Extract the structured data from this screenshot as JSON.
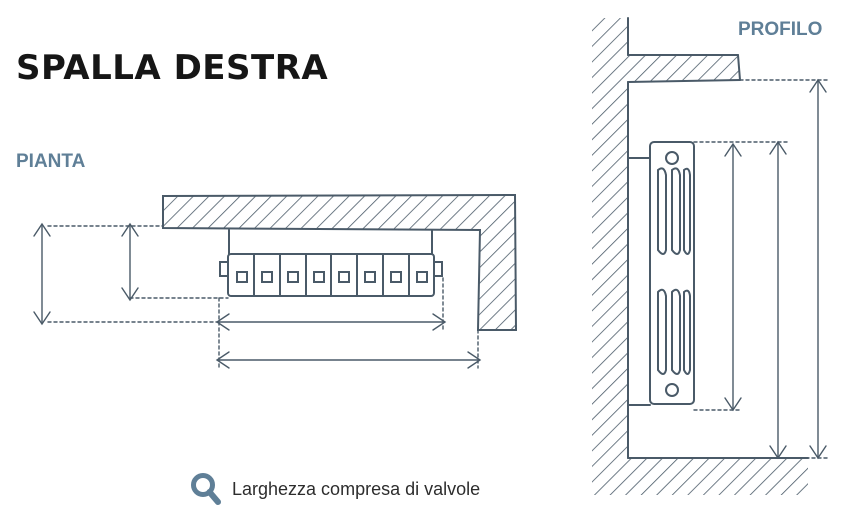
{
  "title": "SPALLA DESTRA",
  "plan_label": "PIANTA",
  "profile_label": "PROFILO",
  "caption": {
    "icon": "magnifier-icon",
    "text": "Larghezza compresa di valvole"
  },
  "colors": {
    "title": "#161616",
    "subtitle": "#5f7f97",
    "sketch": "#4a5a68",
    "icon": "#5f7f97"
  }
}
